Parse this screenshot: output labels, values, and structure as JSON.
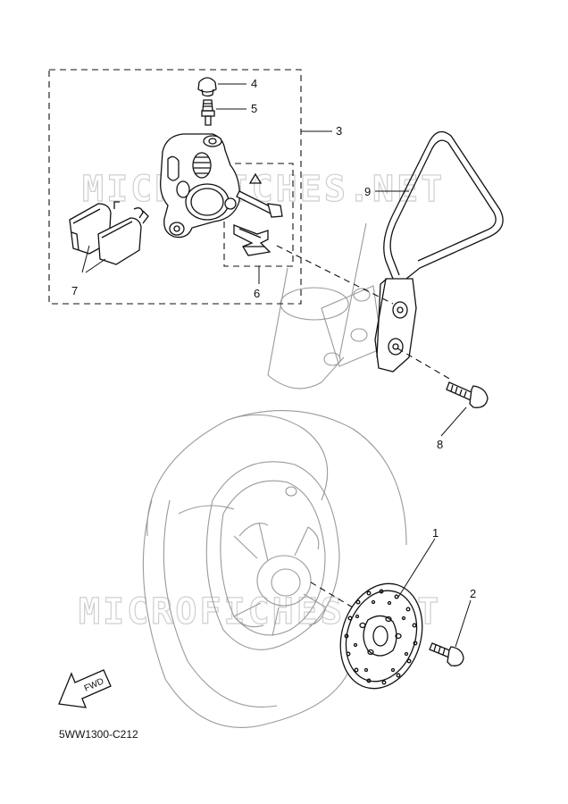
{
  "diagram": {
    "callouts": [
      {
        "id": "1",
        "label": "1"
      },
      {
        "id": "2",
        "label": "2"
      },
      {
        "id": "3",
        "label": "3"
      },
      {
        "id": "4",
        "label": "4"
      },
      {
        "id": "5",
        "label": "5"
      },
      {
        "id": "6",
        "label": "6"
      },
      {
        "id": "7",
        "label": "7"
      },
      {
        "id": "8",
        "label": "8"
      },
      {
        "id": "9",
        "label": "9"
      }
    ],
    "fwd_label": "FWD",
    "drawing_code": "5WW1300-C212",
    "watermark": "MICROFICHES.NET"
  }
}
